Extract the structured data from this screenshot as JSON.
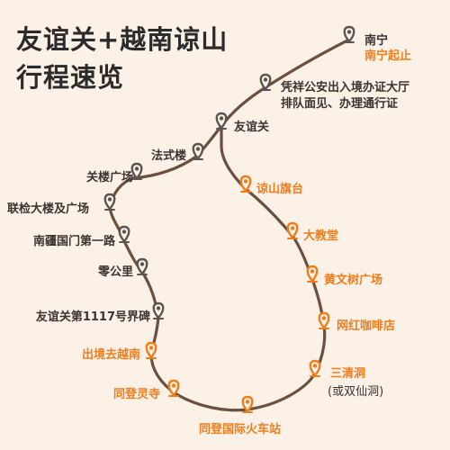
{
  "title": {
    "line1": "友谊关+越南谅山",
    "line2": "行程速览"
  },
  "stops": [
    {
      "id": "nanning",
      "name": "南宁",
      "sub": "南宁起止",
      "sub_color": "orange"
    },
    {
      "id": "pingxiang",
      "name": "凭祥公安出入境办证大厅",
      "sub": "排队面见、办理通行证",
      "sub_color": "dark"
    },
    {
      "id": "youyiguan",
      "name": "友谊关"
    },
    {
      "id": "fashilou",
      "name": "法式楼"
    },
    {
      "id": "guanlou",
      "name": "关楼广场"
    },
    {
      "id": "lianjian",
      "name": "联检大楼及广场"
    },
    {
      "id": "nanjiang",
      "name": "南疆国门第一路"
    },
    {
      "id": "linggongli",
      "name": "零公里"
    },
    {
      "id": "jiebei",
      "name": "友谊关第1117号界碑"
    },
    {
      "id": "chujing",
      "name": "出境去越南"
    },
    {
      "id": "lingsi",
      "name": "同登灵寺"
    },
    {
      "id": "huoche",
      "name": "同登国际火车站"
    },
    {
      "id": "sanqing",
      "name": "三清洞",
      "sub": "(或双仙洞)",
      "sub_color": "plain"
    },
    {
      "id": "kafei",
      "name": "网红咖啡店"
    },
    {
      "id": "huangwenshu",
      "name": "黄文树广场"
    },
    {
      "id": "jiaotang",
      "name": "大教堂"
    },
    {
      "id": "qitai",
      "name": "谅山旗台"
    }
  ],
  "colors": {
    "route": "#6b4f3f",
    "china": "#5b5552",
    "vietnam": "#f07d1c",
    "background": "#fbf1e6",
    "title": "#2b2b2b"
  },
  "icons": {
    "china_stop": "map-pin-icon",
    "vietnam_stop": "map-pin-icon"
  }
}
